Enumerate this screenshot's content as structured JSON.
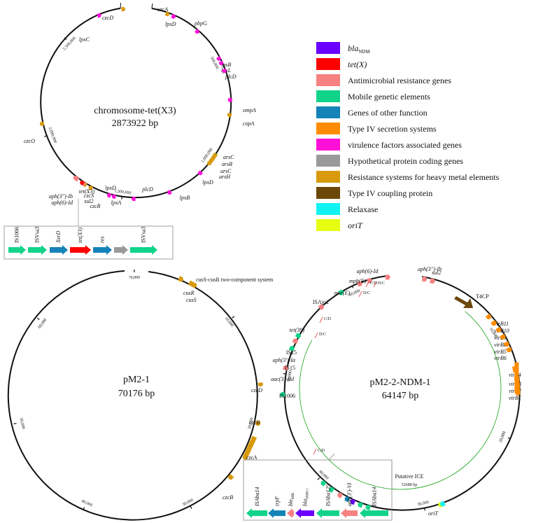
{
  "colors": {
    "bla": "#6a00ff",
    "tetx": "#ff0000",
    "amr": "#f78080",
    "mge": "#12d38a",
    "other": "#1583b8",
    "t4ss": "#ff8c00",
    "vf": "#ff10d8",
    "hyp": "#9a9a9a",
    "metal": "#d89a0c",
    "t4cp": "#6b4709",
    "relaxase": "#12f2f2",
    "orit": "#e6ff10"
  },
  "legend": [
    {
      "label": "bla",
      "sub": "NDM",
      "italic": true,
      "color": "bla"
    },
    {
      "label": "tet(X)",
      "italic": true,
      "color": "tetx"
    },
    {
      "label": "Antimicrobial resistance genes",
      "color": "amr"
    },
    {
      "label": "Mobile genetic elements",
      "color": "mge"
    },
    {
      "label": "Genes of other function",
      "color": "other"
    },
    {
      "label": "Type IV secretion systems",
      "color": "t4ss"
    },
    {
      "label": "virulence factors associated genes",
      "color": "vf"
    },
    {
      "label": "Hypothetical protein coding genes",
      "color": "hyp"
    },
    {
      "label": "Resistance systems for heavy metal elements",
      "color": "metal"
    },
    {
      "label": "Type IV coupling protein",
      "color": "t4cp"
    },
    {
      "label": "Relaxase",
      "color": "relaxase"
    },
    {
      "label": "oriT",
      "italic": true,
      "color": "orit"
    }
  ],
  "chromosome": {
    "title": "chromosome-tet(X3)",
    "size": "2873922 bp",
    "ticks": [
      "500,000",
      "1,000,000",
      "1,500,000",
      "2,000,000",
      "2,500,000"
    ],
    "genes": [
      {
        "label": "czcA",
        "color": "metal"
      },
      {
        "label": "lpxD",
        "color": "vf"
      },
      {
        "label": "pbpG",
        "color": "vf"
      },
      {
        "label": "lpsB",
        "color": "vf"
      },
      {
        "label": "lpxL",
        "color": "vf"
      },
      {
        "label": "plcD",
        "color": "vf"
      },
      {
        "label": "ompA",
        "color": "vf"
      },
      {
        "label": "copA",
        "color": "metal"
      },
      {
        "label": "arsC",
        "color": "metal"
      },
      {
        "label": "arsR",
        "color": "metal"
      },
      {
        "label": "arsC",
        "color": "metal"
      },
      {
        "label": "arsH",
        "color": "metal"
      },
      {
        "label": "lpxD",
        "color": "vf"
      },
      {
        "label": "lpxB",
        "color": "vf"
      },
      {
        "label": "plcD",
        "color": "vf"
      },
      {
        "label": "lpxA",
        "color": "vf"
      },
      {
        "label": "lpxD",
        "color": "vf"
      },
      {
        "label": "czcR",
        "color": "metal"
      },
      {
        "label": "czcS",
        "color": "metal"
      },
      {
        "label": "sul2",
        "color": "amr"
      },
      {
        "label": "tet(X3)",
        "color": "tetx"
      },
      {
        "label": "aph(3'')-Ib",
        "color": "amr"
      },
      {
        "label": "aph(6)-Id",
        "color": "amr"
      },
      {
        "label": "czcO",
        "color": "metal"
      },
      {
        "label": "lpxC",
        "color": "vf"
      },
      {
        "label": "czcD",
        "color": "metal"
      }
    ],
    "inset": [
      "IS1006",
      "ISVsa3",
      "XerD",
      "tet(X3)",
      "res",
      "",
      "ISVsa3"
    ]
  },
  "pm21": {
    "title": "pM2-1",
    "size": "70176 bp",
    "ticks": [
      "10,000",
      "20,000",
      "30,000",
      "40,000",
      "50,000",
      "60,000",
      "70,000"
    ],
    "system": "cusS-cusR two-component system",
    "genes": [
      {
        "label": "cusR",
        "color": "metal"
      },
      {
        "label": "cusS",
        "color": "metal"
      },
      {
        "label": "czcD",
        "color": "metal"
      },
      {
        "label": "czcB",
        "color": "metal"
      },
      {
        "label": "czcA",
        "color": "metal"
      },
      {
        "label": "czcB",
        "color": "metal"
      }
    ]
  },
  "pm22": {
    "title": "pM2-2-NDM-1",
    "size": "64147 bp",
    "ticks": [
      "10,000",
      "20,000",
      "30,000",
      "40,000",
      "50,000",
      "60,000"
    ],
    "ice_label": "Putative ICE",
    "ice_size": "52688 bp",
    "t4cp": "T4CP",
    "genes": [
      {
        "label": "aph(3'')-Ib",
        "color": "amr"
      },
      {
        "label": "sul2",
        "color": "amr"
      },
      {
        "label": "virB11",
        "color": "t4ss"
      },
      {
        "label": "virB10",
        "color": "t4ss"
      },
      {
        "label": "virB9",
        "color": "t4ss"
      },
      {
        "label": "virB8",
        "color": "t4ss"
      },
      {
        "label": "virB5",
        "color": "t4ss"
      },
      {
        "label": "virB6",
        "color": "t4ss"
      },
      {
        "label": "virB4",
        "color": "t4ss"
      },
      {
        "label": "virB3",
        "color": "t4ss"
      },
      {
        "label": "virB2",
        "color": "t4ss"
      },
      {
        "label": "virB1",
        "color": "t4ss"
      },
      {
        "label": "oriT",
        "color": "orit"
      },
      {
        "label": "IS1006",
        "color": "mge"
      },
      {
        "label": "aac(3)-IId",
        "color": "amr"
      },
      {
        "label": "IS15",
        "color": "mge"
      },
      {
        "label": "aph(3')-Ia",
        "color": "amr"
      },
      {
        "label": "IS15",
        "color": "mge"
      },
      {
        "label": "tet(39)",
        "color": "amr"
      },
      {
        "label": "ISAjo2",
        "color": "mge"
      },
      {
        "label": "msr(E)",
        "color": "amr"
      },
      {
        "label": "mph(E)",
        "color": "amr"
      },
      {
        "label": "aph(6)-Id",
        "color": "amr"
      }
    ],
    "markers": [
      "C/D",
      "D/C",
      "D/C",
      "C/D",
      "D/C",
      "C/D"
    ],
    "inset": [
      "ISAba14",
      "trpF",
      "ble",
      "bla",
      "ISAba125",
      "aph(3')-VI",
      "ISAba14"
    ],
    "inset_subs": [
      "",
      "",
      "MBL",
      "NDM-1",
      "",
      "",
      ""
    ]
  }
}
